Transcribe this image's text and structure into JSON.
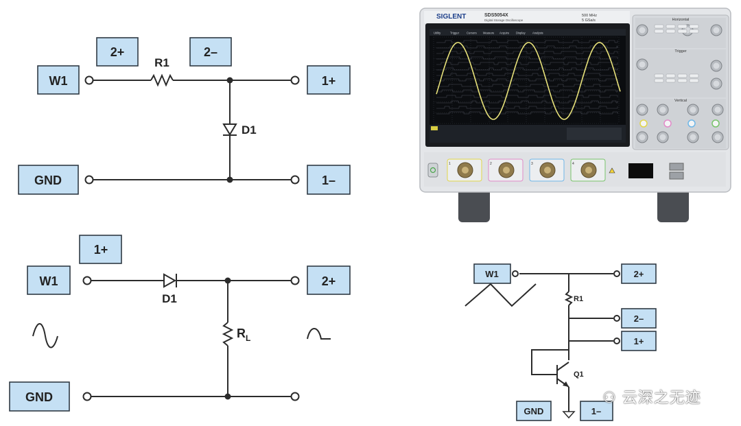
{
  "circuit_top_left": {
    "boxes": {
      "w1": "W1",
      "gnd": "GND",
      "p2": "2+",
      "m2": "2–",
      "p1": "1+",
      "m1": "1–"
    },
    "r1_label": "R1",
    "d1_label": "D1"
  },
  "circuit_bottom_left": {
    "boxes": {
      "w1": "W1",
      "gnd": "GND",
      "p1": "1+",
      "p2": "2+"
    },
    "d1_label": "D1",
    "rl_label": "R",
    "rl_sub": "L"
  },
  "circuit_bottom_right": {
    "boxes": {
      "w1": "W1",
      "p2": "2+",
      "m2": "2–",
      "p1": "1+",
      "gnd": "GND",
      "m1": "1–"
    },
    "r1_label": "R1",
    "q1_label": "Q1"
  },
  "oscilloscope": {
    "brand": "SIGLENT",
    "model": "SDS5054X",
    "model_sub": "Digital Storage Oscilloscope",
    "spec1": "500 MHz",
    "spec2": "5 GSa/s",
    "panel_horizontal": "Horizontal",
    "panel_trigger": "Trigger",
    "panel_vertical": "Vertical",
    "channels": [
      "1",
      "2",
      "3",
      "4"
    ],
    "menu_items": [
      "Utility",
      "Trigger",
      "Cursors",
      "Measure",
      "Acquire",
      "Display",
      "Analysis"
    ]
  },
  "watermark": "云深之无迹"
}
